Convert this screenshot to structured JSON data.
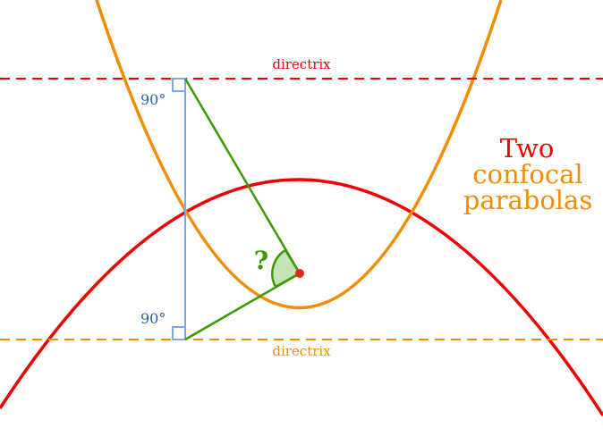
{
  "labels": {
    "upper_directrix": "directrix",
    "lower_directrix": "directrix",
    "upper_right_angle": "90°",
    "lower_right_angle": "90°",
    "unknown_angle": "?"
  },
  "title": {
    "line1": "Two",
    "line2": "confocal",
    "line3": "parabolas"
  },
  "colors": {
    "red_parabola": "#ee0000",
    "orange_parabola": "#f28c00",
    "upper_directrix": "#ee0000",
    "lower_directrix": "#f28c00",
    "perpendicular": "#7fa6e6",
    "focal_lines": "#3a9a00",
    "angle_fill": "#c6e3b4",
    "right_angle_text": "#2a5fa8",
    "focus": "#ee2222",
    "title_line1": "#ee0000",
    "title_line2": "#f28c00",
    "title_line3": "#f28c00"
  }
}
